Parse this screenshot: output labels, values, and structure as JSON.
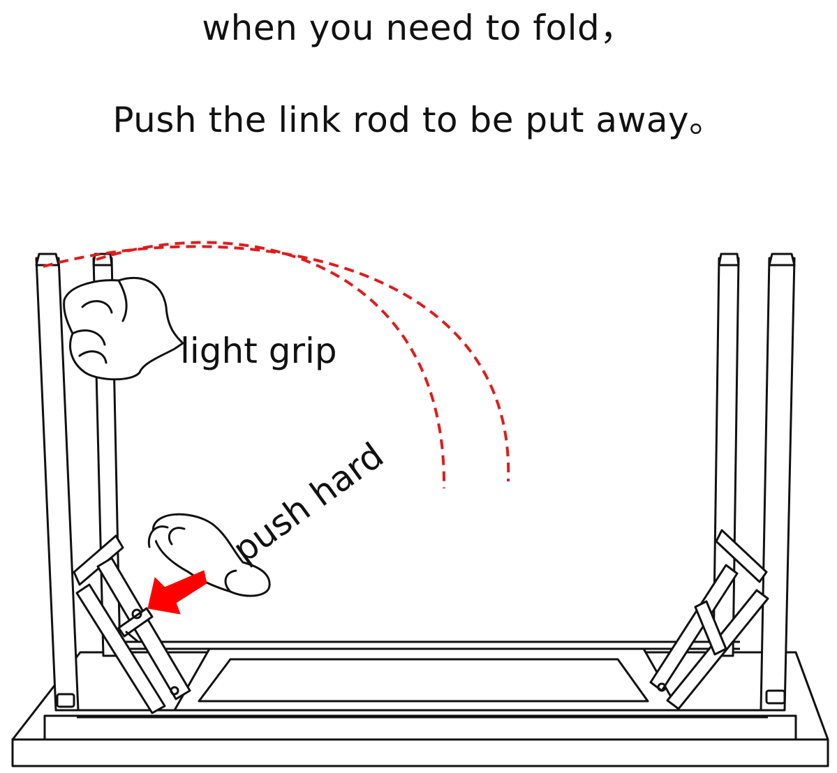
{
  "instructions": {
    "line1": "when you need to fold，",
    "line2": "Push the link rod to be put away。"
  },
  "labels": {
    "light_grip": "light grip",
    "push_hard": "push hard"
  },
  "colors": {
    "line": "#111111",
    "dash": "#e01b1b",
    "arrow": "#ff0000"
  }
}
